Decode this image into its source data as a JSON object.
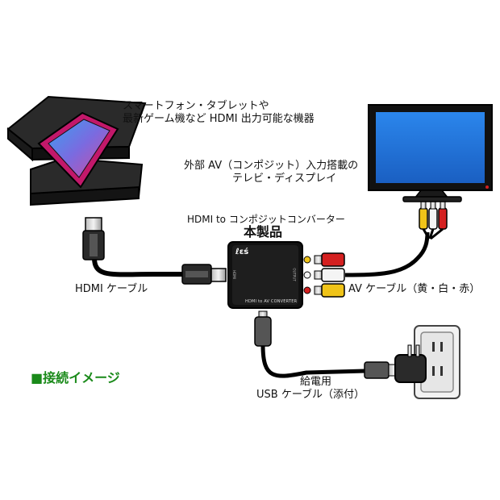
{
  "labels": {
    "source_line1": "スマートフォン・タブレットや",
    "source_line2": "最新ゲーム機など HDMI 出力可能な機器",
    "display_line1": "外部 AV（コンポジット）入力搭載の",
    "display_line2": "テレビ・ディスプレイ",
    "product_sub": "HDMI to コンポジットコンバーター",
    "product_main": "本製品",
    "hdmi_cable": "HDMI ケーブル",
    "av_cable": "AV ケーブル（黄・白・赤）",
    "usb_line1": "給電用",
    "usb_line2": "USB ケーブル（添付）",
    "section_title": "■接続イメージ"
  },
  "device": {
    "logo": "ℓεś",
    "front_text": "HDMI to AV CONVERTER",
    "left_port": "HDMI",
    "right_port": "OUTPUT"
  },
  "colors": {
    "title_green": "#1a8a1a",
    "tv_screen": "#1f6fd6",
    "phone_frame": "#c2186a",
    "rca_yellow": "#f0c419",
    "rca_white": "#f4f4f4",
    "rca_red": "#d42020"
  }
}
